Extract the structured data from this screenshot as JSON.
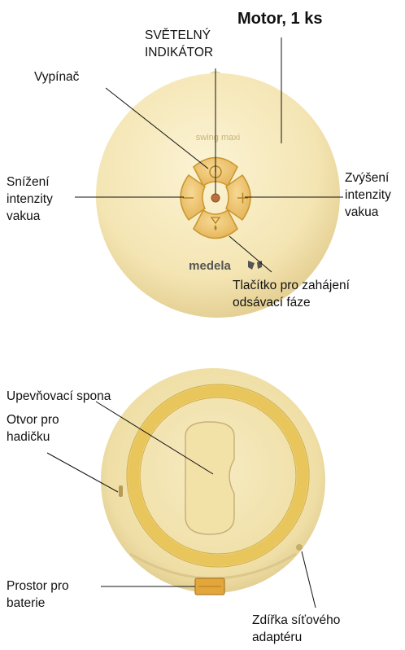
{
  "title": "Motor, 1 ks",
  "device_top": {
    "model_text": "swing maxi",
    "brand_text": "medela",
    "labels": {
      "indicator": "SVĚTELNÝ\nINDIKÁTOR",
      "power": "Vypínač",
      "decrease": "Snížení\nintenzity\nvakua",
      "increase": "Zvýšení\nintenzity\nvakua",
      "start": "Tlačítko pro zahájení\nodsávací fáze"
    }
  },
  "device_bottom": {
    "labels": {
      "clip": "Upevňovací spona",
      "tube_hole": "Otvor pro\nhadičku",
      "battery": "Prostor pro\nbaterie",
      "adapter": "Zdířka síťového\nadaptéru"
    }
  },
  "colors": {
    "body": "#f6e9bc",
    "body_shadow": "#dcc98c",
    "button": "#efc56b",
    "button_dark": "#c9962f",
    "ring": "#e6c45a",
    "leader": "#111111"
  },
  "icons": [
    "power-icon",
    "minus-icon",
    "plus-icon",
    "droplet-icon",
    "medela-logo-icon"
  ]
}
